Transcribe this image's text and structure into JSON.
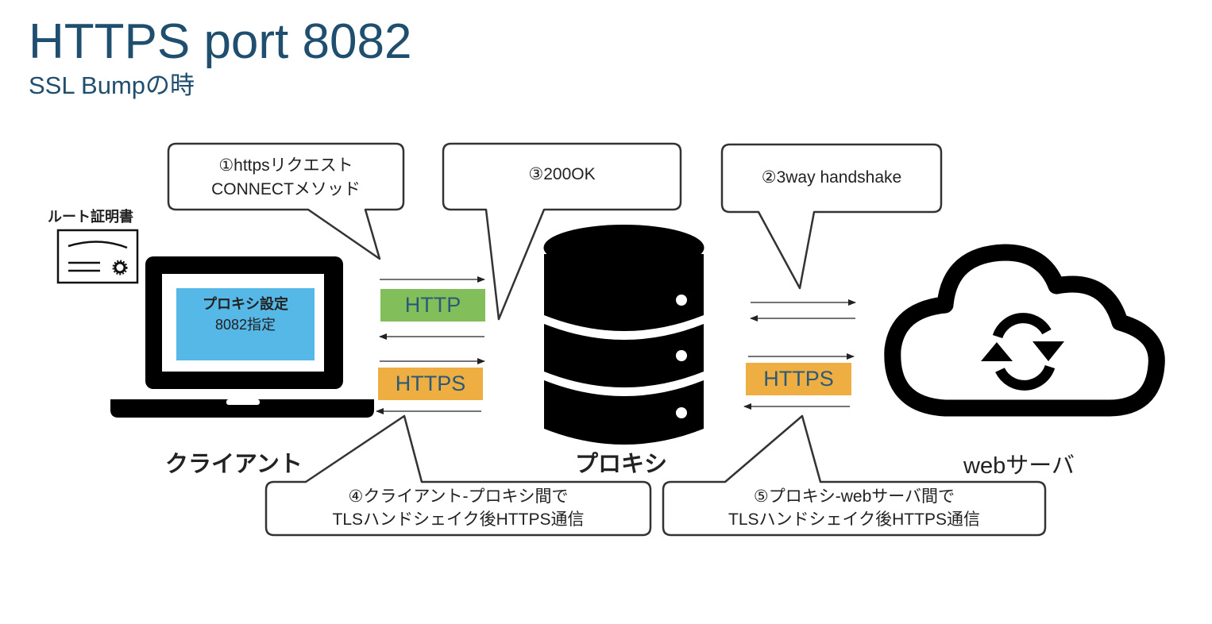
{
  "header": {
    "title": "HTTPS port 8082",
    "subtitle": "SSL Bumpの時"
  },
  "colors": {
    "title": "#1f4e6e",
    "http_badge": "#82bf5a",
    "https_badge": "#eeae41",
    "screen": "#56b8e6",
    "protocol_text": "#2b5a78"
  },
  "callouts": {
    "step1": {
      "line1": "①httpsリクエスト",
      "line2": "CONNECTメソッド"
    },
    "step2": {
      "line1": "②3way handshake"
    },
    "step3": {
      "line1": "③200OK"
    },
    "step4": {
      "line1": "④クライアント-プロキシ間で",
      "line2": "TLSハンドシェイク後HTTPS通信"
    },
    "step5": {
      "line1": "⑤プロキシ-webサーバ間で",
      "line2": "TLSハンドシェイク後HTTPS通信"
    }
  },
  "client": {
    "label": "クライアント",
    "screen_line1": "プロキシ設定",
    "screen_line2": "8082指定",
    "certificate_label": "ルート証明書",
    "icon": "laptop-icon"
  },
  "proxy": {
    "label": "プロキシ",
    "icon": "database-server-icon"
  },
  "webserver": {
    "label": "webサーバ",
    "icon": "cloud-sync-icon"
  },
  "protocols": {
    "client_http": "HTTP",
    "client_https": "HTTPS",
    "server_https": "HTTPS"
  }
}
